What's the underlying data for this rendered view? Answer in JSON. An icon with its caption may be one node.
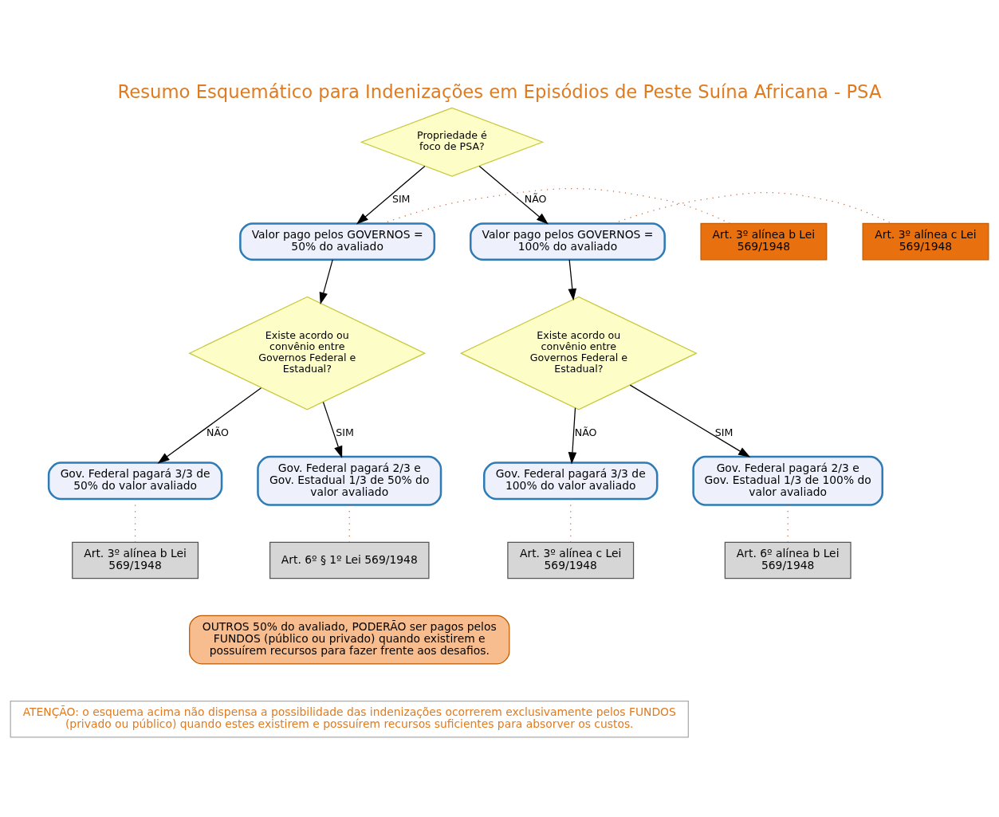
{
  "diagram": {
    "title": "Resumo Esquemático para Indenizações em Episódios de Peste Suína Africana - PSA",
    "nodes": [
      {
        "text": [
          "Propriedade é foco de PSA?"
        ]
      },
      {
        "text": [
          "Art. 3º alínea b Lei 569/1948"
        ]
      },
      {
        "text": [
          "Valor pago pelos GOVERNOS = 50% do avaliado"
        ]
      },
      {
        "text": [
          "Existe acordo ou convênio entre Governos Federal e Estadual?"
        ]
      },
      {
        "text": [
          "Art. 3º alínea c Lei 569/1948"
        ]
      },
      {
        "text": [
          "Valor pago pelos GOVERNOS = 100% do avaliado"
        ]
      },
      {
        "text": [
          "Existe acordo ou convênio entre Governos Federal e Estadual?"
        ]
      },
      {
        "text": [
          "Gov. Federal pagará 3/3 de 50% do valor avaliado"
        ]
      },
      {
        "text": [
          "Gov. Federal pagará 2/3 e Gov. Estadual 1/3 de 50% do valor avaliado"
        ]
      },
      {
        "text": [
          "Gov. Federal pagará 3/3 de 100% do valor avaliado"
        ]
      },
      {
        "text": [
          "Gov. Federal pagará 2/3 e Gov. Estadual 1/3 de 100% do valor avaliado"
        ]
      },
      {
        "text": [
          "Art. 3º alínea b Lei 569/1948"
        ]
      },
      {
        "text": [
          "Art. 6º § 1º Lei 569/1948"
        ]
      },
      {
        "text": [
          "Art. 3º alínea c Lei 569/1948"
        ]
      },
      {
        "text": [
          "Art. 6º alínea b Lei 569/1948"
        ]
      },
      {
        "text": [
          "OUTROS 50% do avaliado, PODERÃO ser pagos pelos FUNDOS (público ou privado) quando existirem e possuírem recursos para fazer frente aos desafios."
        ]
      },
      {
        "text": [
          "ATENÇÃO: o esquema acima não dispensa a possibilidade das indenizações ocorrerem exclusivamente pelos FUNDOS (privado ou público) quando estes existirem e possuírem recursos suficientes para absorver os custos."
        ]
      }
    ],
    "edges": [
      {
        "from": 0,
        "to": 2,
        "arrow": "to",
        "label": "SIM"
      },
      {
        "from": 0,
        "to": 5,
        "arrow": "to",
        "label": "NÃO"
      },
      {
        "from": 1,
        "to": 2,
        "arrow": "none",
        "style": "dashed",
        "color": "#c0704a"
      },
      {
        "from": 2,
        "to": 3,
        "arrow": "to"
      },
      {
        "from": 5,
        "to": 4,
        "arrow": "none",
        "style": "dashed",
        "color": "#c0704a"
      },
      {
        "from": 5,
        "to": 6,
        "arrow": "to"
      },
      {
        "from": 3,
        "to": 7,
        "arrow": "to",
        "label": "NÃO"
      },
      {
        "from": 3,
        "to": 8,
        "arrow": "to",
        "label": "SIM"
      },
      {
        "from": 6,
        "to": 9,
        "arrow": "to",
        "label": "NÃO"
      },
      {
        "from": 6,
        "to": 10,
        "arrow": "to",
        "label": "SIM"
      },
      {
        "from": 7,
        "to": 11,
        "arrow": "none",
        "style": "dashed",
        "color": "#c0704a"
      },
      {
        "from": 8,
        "to": 12,
        "arrow": "none",
        "style": "dashed",
        "color": "#c0704a"
      },
      {
        "from": 9,
        "to": 13,
        "arrow": "none",
        "style": "dashed",
        "color": "#c0704a"
      },
      {
        "from": 10,
        "to": 14,
        "arrow": "none",
        "style": "dashed",
        "color": "#c0704a"
      }
    ]
  }
}
